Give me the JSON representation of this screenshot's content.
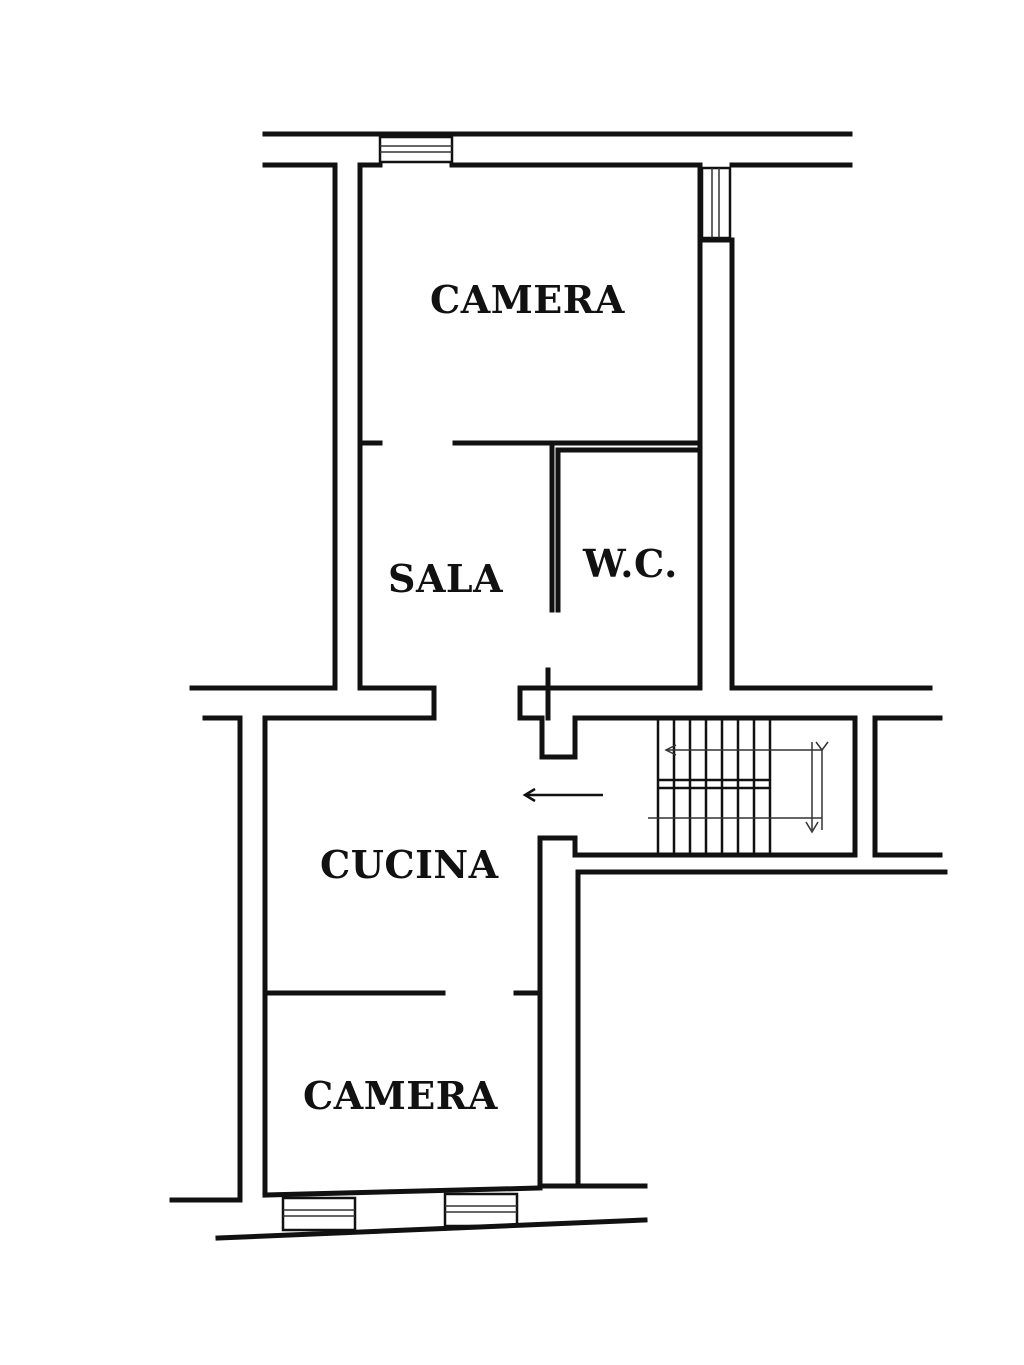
{
  "rooms": {
    "camera_top": "CAMERA",
    "sala": "SALA",
    "wc": "W.C.",
    "cucina": "CUCINA",
    "camera_bottom": "CAMERA"
  },
  "colors": {
    "ink": "#111111",
    "paper": "#ffffff"
  }
}
